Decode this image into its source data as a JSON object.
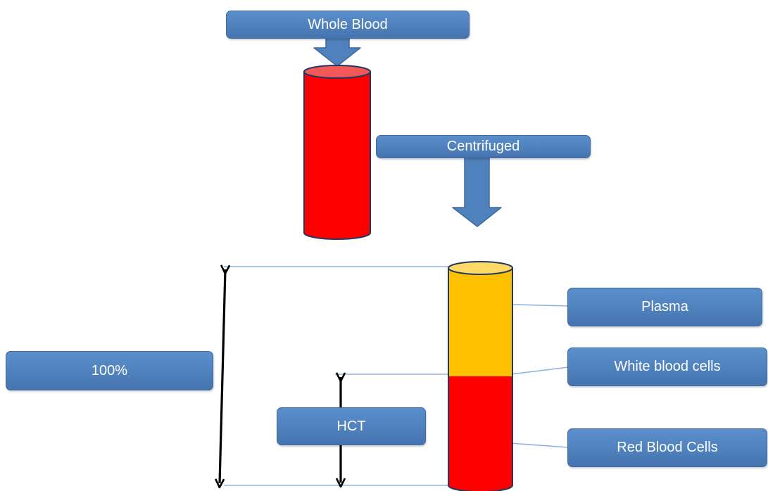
{
  "labels": {
    "whole_blood": "Whole Blood",
    "centrifuged": "Centrifuged",
    "plasma": "Plasma",
    "white_blood_cells": "White blood cells",
    "red_blood_cells": "Red Blood Cells",
    "total_percent": "100%",
    "hct": "HCT"
  },
  "colors": {
    "label_box": "#4f81bd",
    "arrow": "#4f81bd",
    "whole_blood_tube": "#ff0000",
    "whole_blood_top": "#f25858",
    "plasma": "#ffc000",
    "plasma_top": "#ffd966",
    "red_cells": "#ff0000",
    "tube_outline": "#1f3864",
    "leader_line": "#8eb4e3",
    "measure_arrow": "#000000"
  },
  "icons": {
    "down_arrow_1": "block-arrow-down",
    "down_arrow_2": "block-arrow-down",
    "total_height_arrow": "double-headed-arrow",
    "hct_height_arrow": "double-headed-arrow"
  }
}
